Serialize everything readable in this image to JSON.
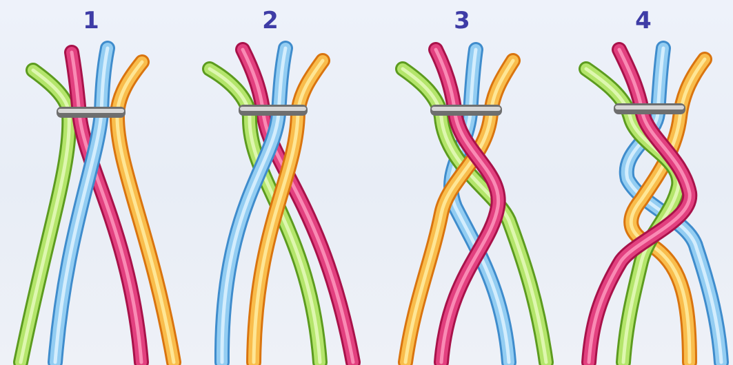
{
  "steps": [
    {
      "number": "1"
    },
    {
      "number": "2"
    },
    {
      "number": "3"
    },
    {
      "number": "4"
    }
  ],
  "colors": {
    "green": "#97d44b",
    "pink": "#d8306f",
    "blue": "#7fc0ec",
    "orange": "#f4a93a",
    "band": "#8e8e8e",
    "number": "#3e3ca6",
    "background": "#eef2f8"
  }
}
